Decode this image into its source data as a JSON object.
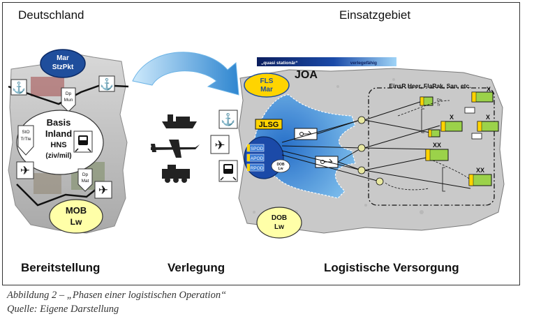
{
  "headers": {
    "left": "Deutschland",
    "right": "Einsatzgebiet"
  },
  "sections": {
    "bereitstellung": "Bereitstellung",
    "verlegung": "Verlegung",
    "versorgung": "Logistische Versorgung"
  },
  "caption": {
    "line1": "Abbildung 2 – „Phasen einer logistischen Operation“",
    "line2": "Quelle: Eigene Darstellung"
  },
  "germany": {
    "mar_l1": "Mar",
    "mar_l2": "StzPkt",
    "basis_l1": "Basis",
    "basis_l2": "Inland",
    "basis_l3": "HNS",
    "basis_l4": "(ziv/mil)",
    "dp_mun_l1": "Dp",
    "dp_mun_l2": "Mun",
    "sto_l1": "StO",
    "sto_l2": "TrTle",
    "dp_mat_l1": "Dp",
    "dp_mat_l2": "Mat",
    "mob_l1": "MOB",
    "mob_l2": "Lw"
  },
  "theatre": {
    "bar_left": "„quasi stationär“",
    "bar_right": "verlegefähig",
    "joa": "JOA",
    "fls_l1": "FLS",
    "fls_l2": "Mar",
    "jlsg": "JLSG",
    "spod": "SPOD",
    "apod": "APOD",
    "rpod": "RPOD",
    "dob_small_l1": "DOB",
    "dob_small_l2": "Lw",
    "dob_l1": "DOB",
    "dob_l2": "Lw",
    "einsr": "EinsR Heer, FlaRak, San, etc.",
    "div_l1": "Div",
    "div_l2": "Tr",
    "x1": "X",
    "x2": "X",
    "x3": "X",
    "xx1": "XX",
    "xx2": "XX"
  },
  "colors": {
    "accent_blue": "#1f4e9c",
    "light_blue": "#4aa3df",
    "yellow": "#ffd400",
    "green": "#9bd24a",
    "terrain": "#c9c9c9"
  }
}
